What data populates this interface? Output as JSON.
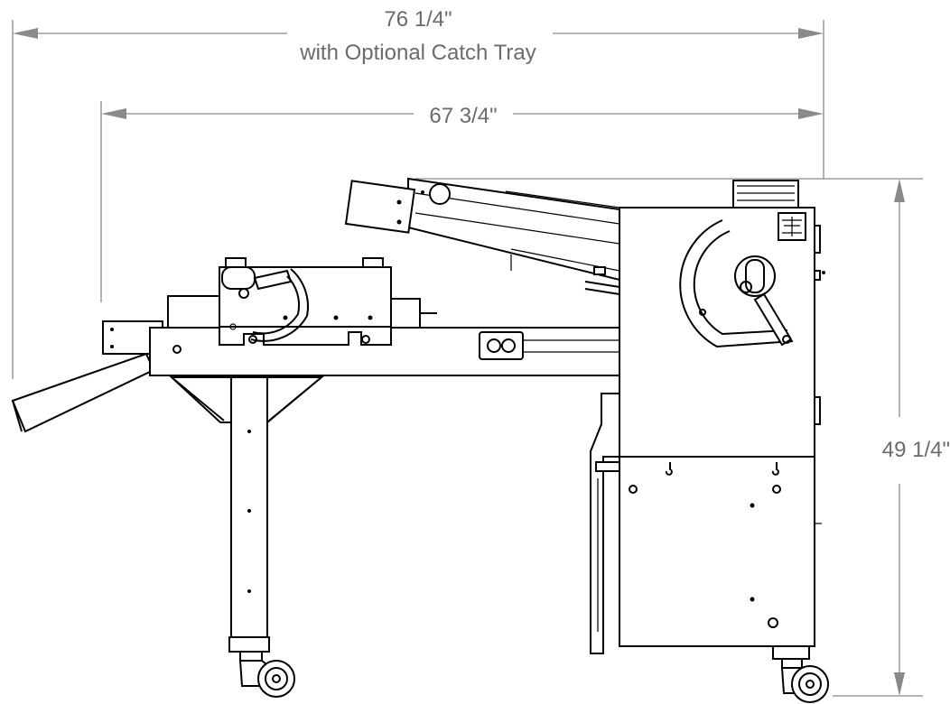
{
  "dimensions": {
    "overall_with_tray": {
      "value": "76 1/4\"",
      "note": "with Optional Catch Tray"
    },
    "overall_length": {
      "value": "67 3/4\""
    },
    "height": {
      "value": "49 1/4\""
    }
  },
  "colors": {
    "dimension": "#8a8a8a",
    "dimension_text": "#6b6b6b",
    "line": "#000000"
  }
}
